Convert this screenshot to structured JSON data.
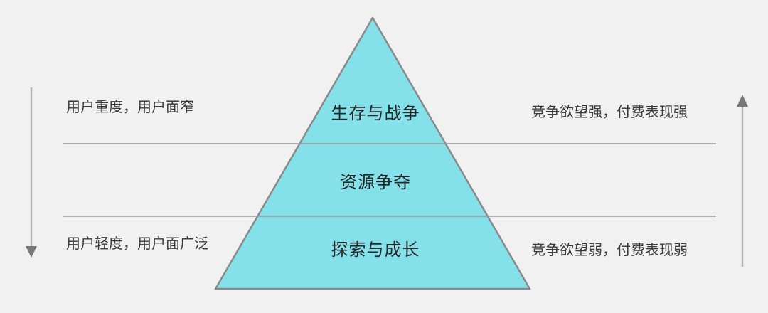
{
  "colors": {
    "background": "#f1f1f1",
    "pyramid_fill": "#84e1ea",
    "pyramid_stroke": "#8a8a8a",
    "divider_line": "#999999",
    "arrow_line": "#b3b3b3",
    "arrow_head": "#797979",
    "text": "#3a3a3a"
  },
  "pyramid": {
    "tiers": [
      {
        "label": "生存与战争"
      },
      {
        "label": "资源争夺"
      },
      {
        "label": "探索与成长"
      }
    ]
  },
  "annotations": {
    "left_top": "用户重度，用户面窄",
    "left_bottom": "用户轻度，用户面广泛",
    "right_top": "竞争欲望强，付费表现强",
    "right_bottom": "竞争欲望弱，付费表现弱"
  },
  "arrows": {
    "left_direction": "down",
    "right_direction": "up"
  }
}
